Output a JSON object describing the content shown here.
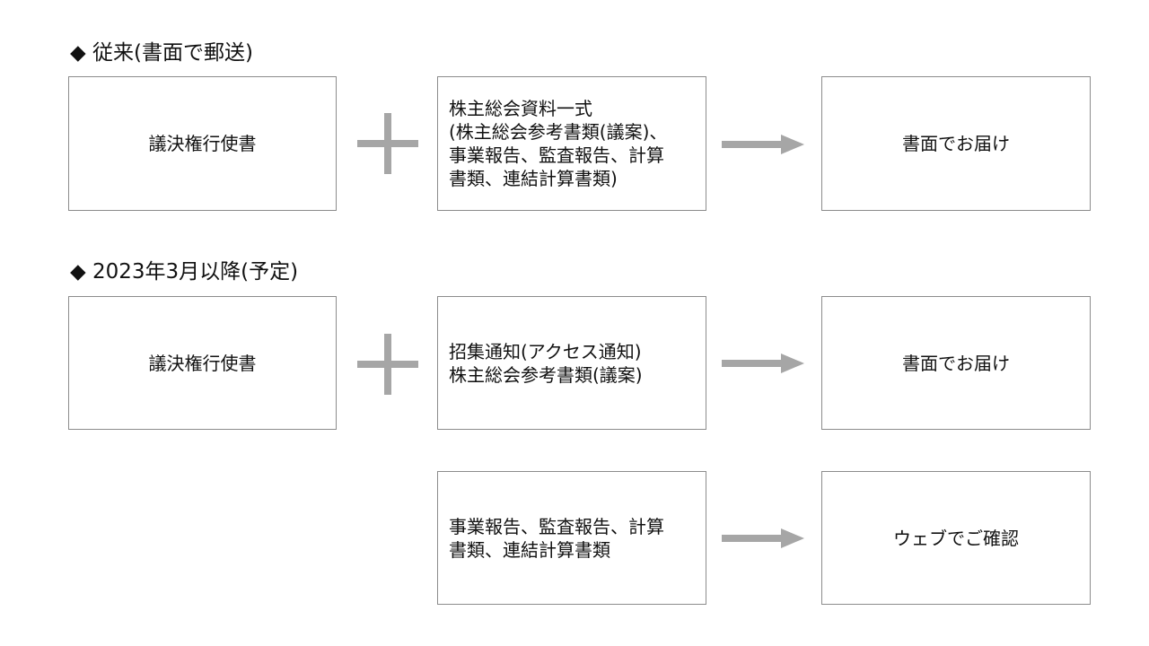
{
  "section1": {
    "title": "◆ 従来(書面で郵送)",
    "box_left": "議決権行使書",
    "box_middle": [
      "株主総会資料一式",
      "(株主総会参考書類(議案)、",
      "事業報告、監査報告、計算",
      "書類、連結計算書類)"
    ],
    "box_right": "書面でお届け"
  },
  "section2": {
    "title": "◆ 2023年3月以降(予定)",
    "box_left": "議決権行使書",
    "box_middle": [
      "招集通知(アクセス通知)",
      "株主総会参考書類(議案)"
    ],
    "box_right": "書面でお届け"
  },
  "section3": {
    "box_middle": [
      "事業報告、監査報告、計算",
      "書類、連結計算書類"
    ],
    "box_right": "ウェブでご確認"
  }
}
